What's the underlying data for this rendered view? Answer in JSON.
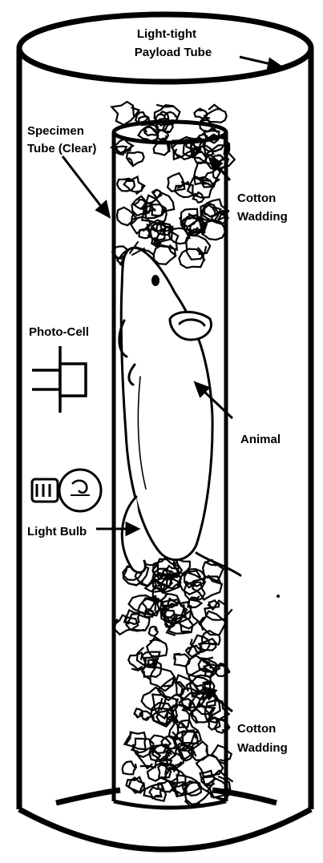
{
  "labels": {
    "payload_tube": [
      "Light-tight",
      "Payload Tube"
    ],
    "specimen_tube": [
      "Specimen",
      "Tube (Clear)"
    ],
    "cotton_top": [
      "Cotton",
      "Wadding"
    ],
    "photo_cell": "Photo-Cell",
    "animal": "Animal",
    "light_bulb": "Light Bulb",
    "cotton_bottom": [
      "Cotton",
      "Wadding"
    ]
  },
  "colors": {
    "ink": "#000000",
    "paper": "#ffffff"
  },
  "icons": [
    "photo-cell-icon",
    "light-bulb-icon",
    "animal-illustration",
    "cotton-wadding-illustration"
  ]
}
